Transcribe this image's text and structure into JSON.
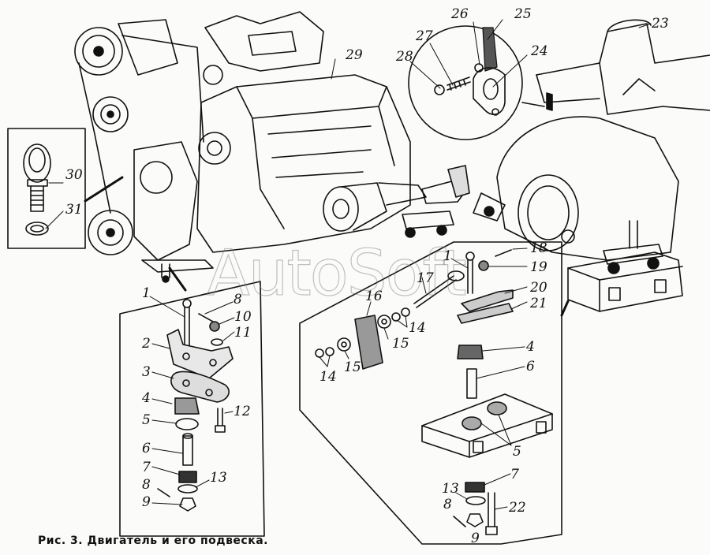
{
  "caption": "Рис. 3. Двигатель и его подвеска.",
  "watermark": "AutoSoft",
  "colors": {
    "ink": "#111111",
    "paper": "#fbfbf9",
    "watermark": "#8a8a8a"
  },
  "callouts": {
    "overview": [
      {
        "id": "23",
        "text": "23"
      },
      {
        "id": "29",
        "text": "29"
      }
    ],
    "inset_circle": [
      {
        "id": "24",
        "text": "24"
      },
      {
        "id": "25",
        "text": "25"
      },
      {
        "id": "26",
        "text": "26"
      },
      {
        "id": "27",
        "text": "27"
      },
      {
        "id": "28",
        "text": "28"
      }
    ],
    "inset_eyebolt": [
      {
        "id": "30",
        "text": "30"
      },
      {
        "id": "31",
        "text": "31"
      }
    ],
    "front_mount": [
      {
        "id": "1",
        "text": "1"
      },
      {
        "id": "2",
        "text": "2"
      },
      {
        "id": "3",
        "text": "3"
      },
      {
        "id": "4",
        "text": "4"
      },
      {
        "id": "5",
        "text": "5"
      },
      {
        "id": "6",
        "text": "6"
      },
      {
        "id": "7",
        "text": "7"
      },
      {
        "id": "8a",
        "text": "8"
      },
      {
        "id": "8b",
        "text": "8"
      },
      {
        "id": "9",
        "text": "9"
      },
      {
        "id": "10",
        "text": "10"
      },
      {
        "id": "11",
        "text": "11"
      },
      {
        "id": "12",
        "text": "12"
      },
      {
        "id": "13",
        "text": "13"
      }
    ],
    "rear_mount": [
      {
        "id": "1",
        "text": "1"
      },
      {
        "id": "4",
        "text": "4"
      },
      {
        "id": "5",
        "text": "5"
      },
      {
        "id": "6",
        "text": "6"
      },
      {
        "id": "7",
        "text": "7"
      },
      {
        "id": "8",
        "text": "8"
      },
      {
        "id": "9",
        "text": "9"
      },
      {
        "id": "13",
        "text": "13"
      },
      {
        "id": "14a",
        "text": "14"
      },
      {
        "id": "14b",
        "text": "14"
      },
      {
        "id": "15a",
        "text": "15"
      },
      {
        "id": "15b",
        "text": "15"
      },
      {
        "id": "16",
        "text": "16"
      },
      {
        "id": "17",
        "text": "17"
      },
      {
        "id": "18",
        "text": "18"
      },
      {
        "id": "19",
        "text": "19"
      },
      {
        "id": "20",
        "text": "20"
      },
      {
        "id": "21",
        "text": "21"
      },
      {
        "id": "22",
        "text": "22"
      }
    ]
  }
}
